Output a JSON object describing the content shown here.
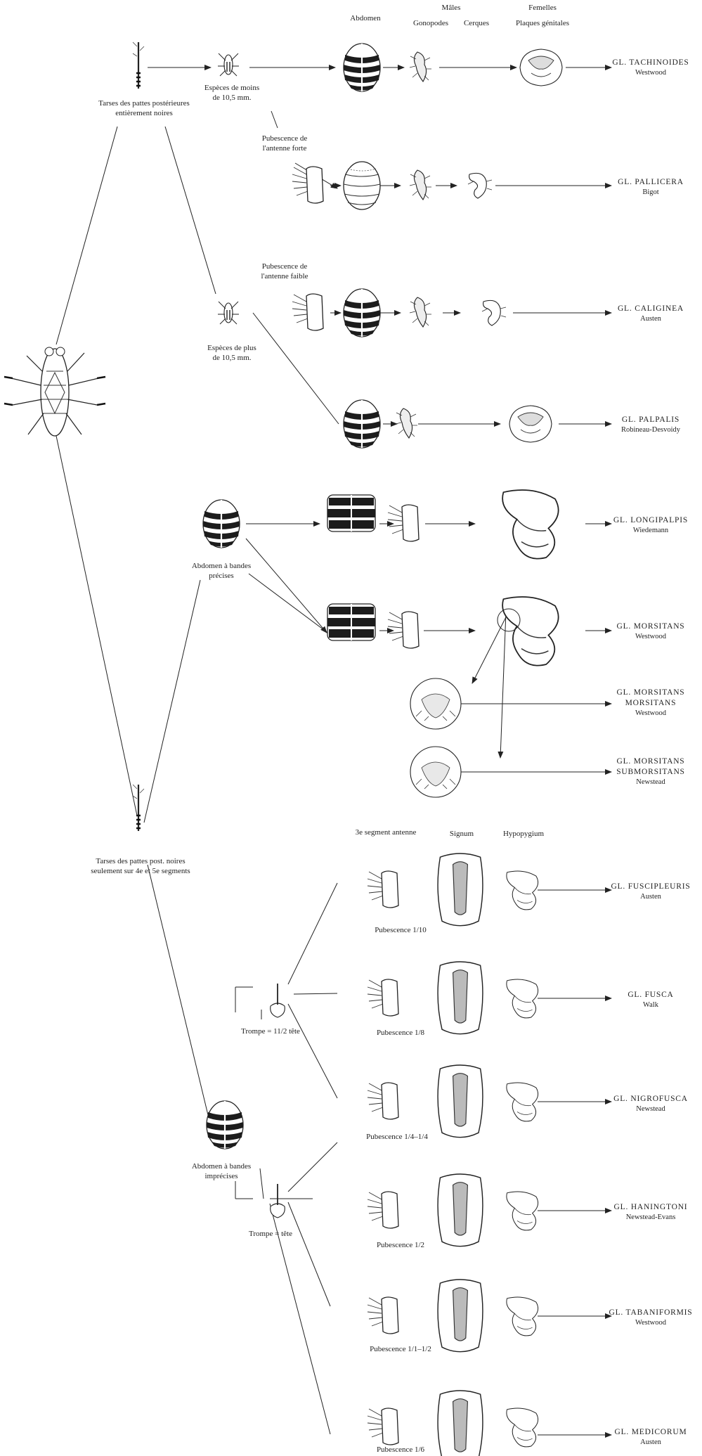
{
  "headers": {
    "abdomen": "Abdomen",
    "males": "Mâles",
    "gonopodes": "Gonopodes",
    "cerques": "Cerques",
    "femelles": "Femelles",
    "plaques": "Plaques génitales",
    "antenne3": "3e segment antenne",
    "signum": "Signum",
    "hypopygium": "Hypopygium"
  },
  "labels": {
    "tarses_noires": [
      "Tarses des pattes postérieures",
      "entièrement noires"
    ],
    "especes_moins": [
      "Espèces de moins",
      "de 10,5 mm."
    ],
    "pub_forte": [
      "Pubescence de",
      "l'antenne forte"
    ],
    "pub_faible": [
      "Pubescence de",
      "l'antenne faible"
    ],
    "especes_plus": [
      "Espèces de plus",
      "de 10,5 mm."
    ],
    "bandes_precises": [
      "Abdomen à bandes",
      "précises"
    ],
    "tarses_partiel": [
      "Tarses des pattes post. noires",
      "seulement sur 4e et 5e segments"
    ],
    "trompe_1": "Trompe = 11/2 tête",
    "trompe_2": "Trompe = tête",
    "bandes_imprecises": [
      "Abdomen à bandes",
      "imprécises"
    ],
    "pub_110": "Pubescence 1/10",
    "pub_18": "Pubescence 1/8",
    "pub_14": "Pubescence 1/4–1/4",
    "pub_12": "Pubescence 1/2",
    "pub_11": "Pubescence 1/1–1/2",
    "pub_16": "Pubescence 1/6"
  },
  "species": [
    {
      "name": "GL. TACHINOIDES",
      "author": "Westwood"
    },
    {
      "name": "GL. PALLICERA",
      "author": "Bigot"
    },
    {
      "name": "GL. CALIGINEA",
      "author": "Austen"
    },
    {
      "name": "GL. PALPALIS",
      "author": "Robineau-Desvoidy"
    },
    {
      "name": "GL. LONGIPALPIS",
      "author": "Wiedemann"
    },
    {
      "name": "GL. MORSITANS",
      "author": "Westwood"
    },
    {
      "name": "GL. MORSITANS MORSITANS",
      "author": "Westwood"
    },
    {
      "name": "GL. MORSITANS SUBMORSITANS",
      "author": "Newstead"
    },
    {
      "name": "GL. FUSCIPLEURIS",
      "author": "Austen"
    },
    {
      "name": "GL. FUSCA",
      "author": "Walk"
    },
    {
      "name": "GL. NIGROFUSCA",
      "author": "Newstead"
    },
    {
      "name": "GL. HANINGTONI",
      "author": "Newstead-Evans"
    },
    {
      "name": "GL. TABANIFORMIS",
      "author": "Westwood"
    },
    {
      "name": "GL. MEDICORUM",
      "author": "Austen"
    }
  ],
  "colors": {
    "ink": "#222222",
    "paper": "#ffffff",
    "band": "#1c1c1c"
  }
}
